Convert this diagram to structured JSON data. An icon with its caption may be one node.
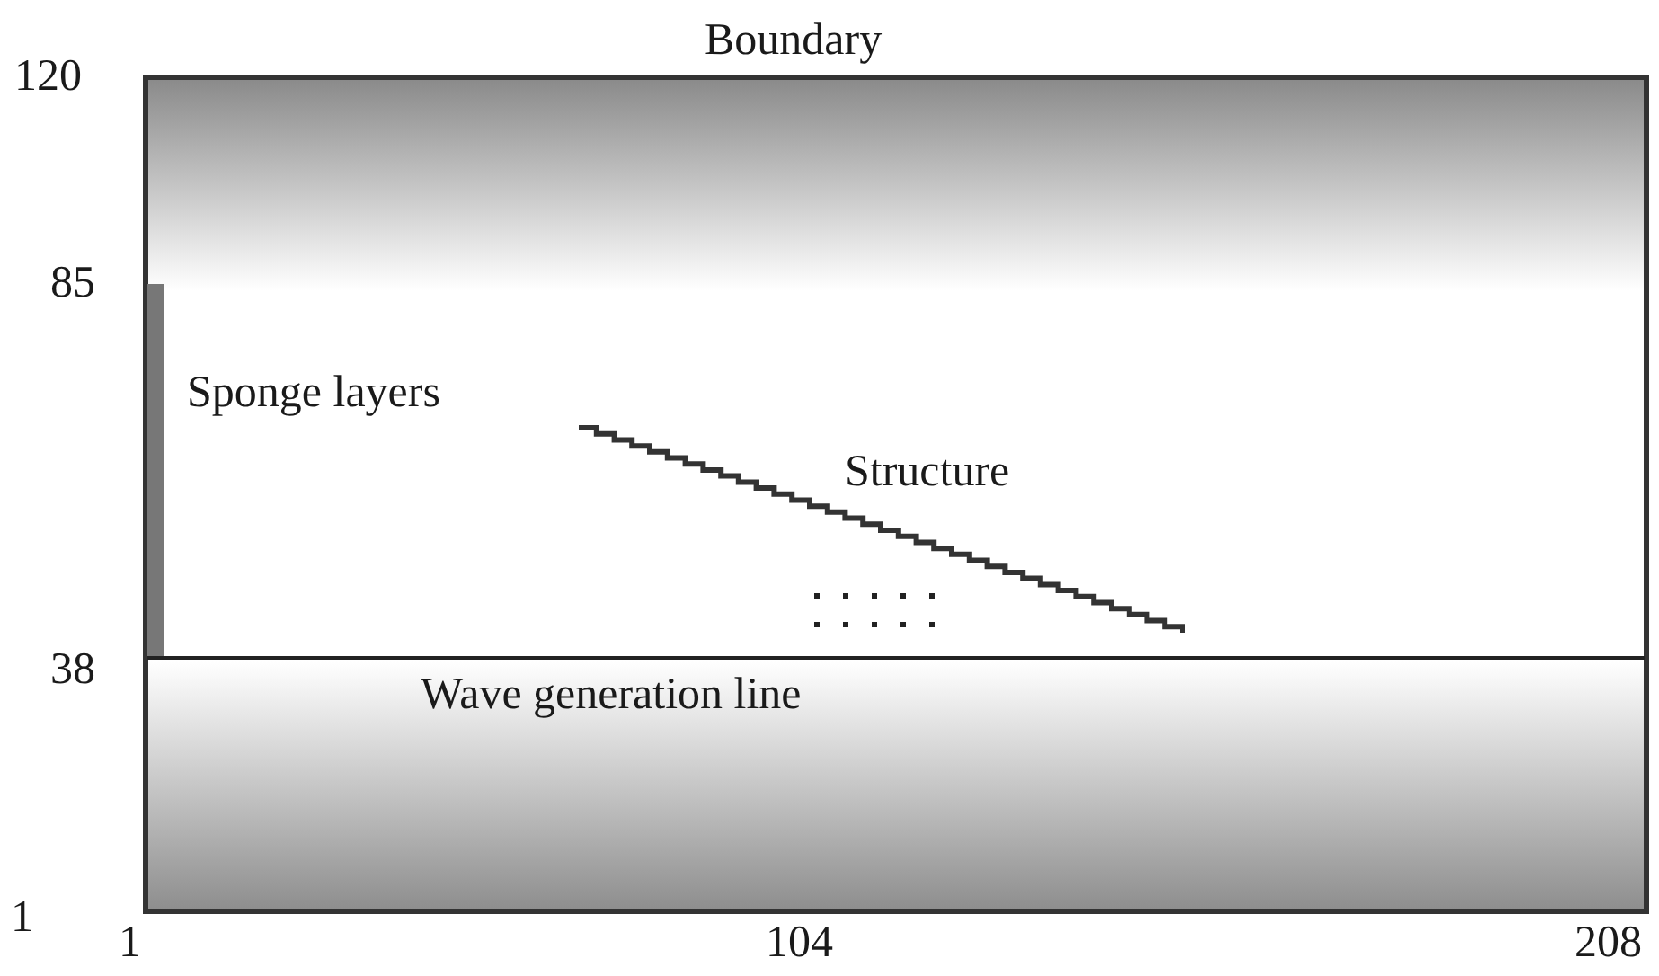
{
  "diagram": {
    "labels": [
      "Boundary",
      "120",
      "85",
      "Sponge layers",
      "Structure",
      "38",
      "Wave generation line",
      "1",
      "1",
      "104",
      "208"
    ]
  }
}
